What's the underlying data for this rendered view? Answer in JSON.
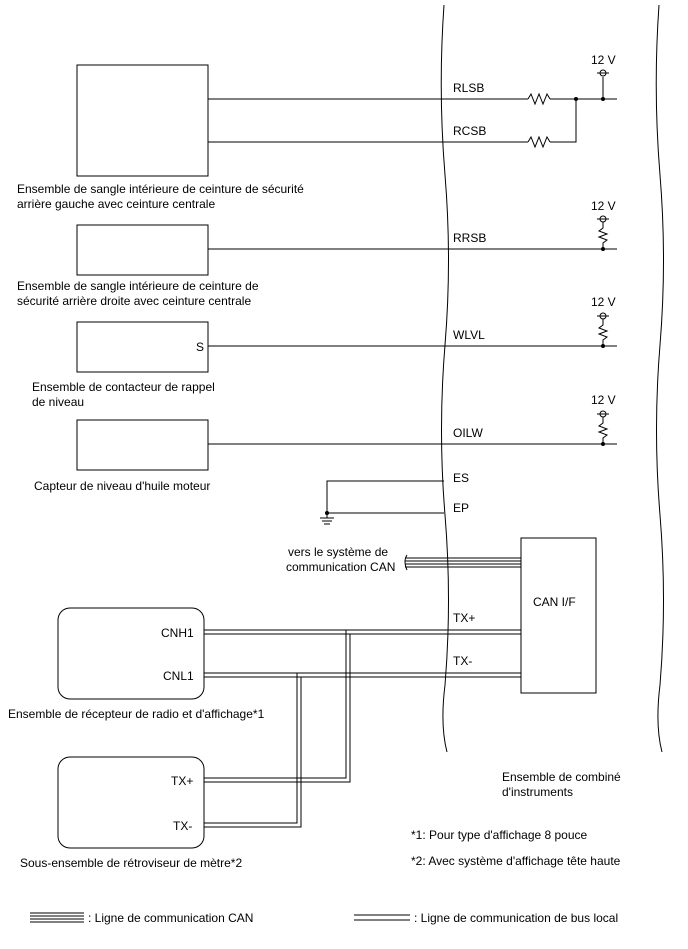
{
  "supply": {
    "rlsb_voltage": "12 V",
    "rrsb_voltage": "12 V",
    "wlvl_voltage": "12 V",
    "oilw_voltage": "12 V"
  },
  "components": {
    "rear_left_buckle": {
      "label_line1": "Ensemble de sangle intérieure de ceinture de sécurité",
      "label_line2": "arrière gauche avec ceinture centrale"
    },
    "rear_right_buckle": {
      "label_line1": "Ensemble de sangle intérieure de ceinture de",
      "label_line2": "sécurité arrière droite avec ceinture centrale"
    },
    "level_switch": {
      "pin": "S",
      "label_line1": "Ensemble de contacteur de rappel",
      "label_line2": "de niveau"
    },
    "oil_sensor": {
      "label": "Capteur de niveau d'huile moteur"
    },
    "radio": {
      "pin_high": "CNH1",
      "pin_low": "CNL1",
      "label": "Ensemble de récepteur de radio et d'affichage*1"
    },
    "mirror": {
      "pin_high": "TX+",
      "pin_low": "TX-",
      "label": "Sous-ensemble de rétroviseur de mètre*2"
    },
    "combination_meter": {
      "label_line1": "Ensemble de combiné",
      "label_line2": "d'instruments",
      "can_if": "CAN I/F",
      "pins": {
        "rlsb": "RLSB",
        "rcsb": "RCSB",
        "rrsb": "RRSB",
        "wlvl": "WLVL",
        "oilw": "OILW",
        "es": "ES",
        "ep": "EP",
        "tx_plus": "TX+",
        "tx_minus": "TX-"
      }
    }
  },
  "can_system": {
    "label_line1": "vers le système de",
    "label_line2": "communication CAN"
  },
  "notes": {
    "note1": "*1: Pour type d'affichage 8 pouce",
    "note2": "*2: Avec système d'affichage tête haute"
  },
  "legend": {
    "can_line": ": Ligne de communication CAN",
    "local_bus_line": ": Ligne de communication de bus local"
  }
}
